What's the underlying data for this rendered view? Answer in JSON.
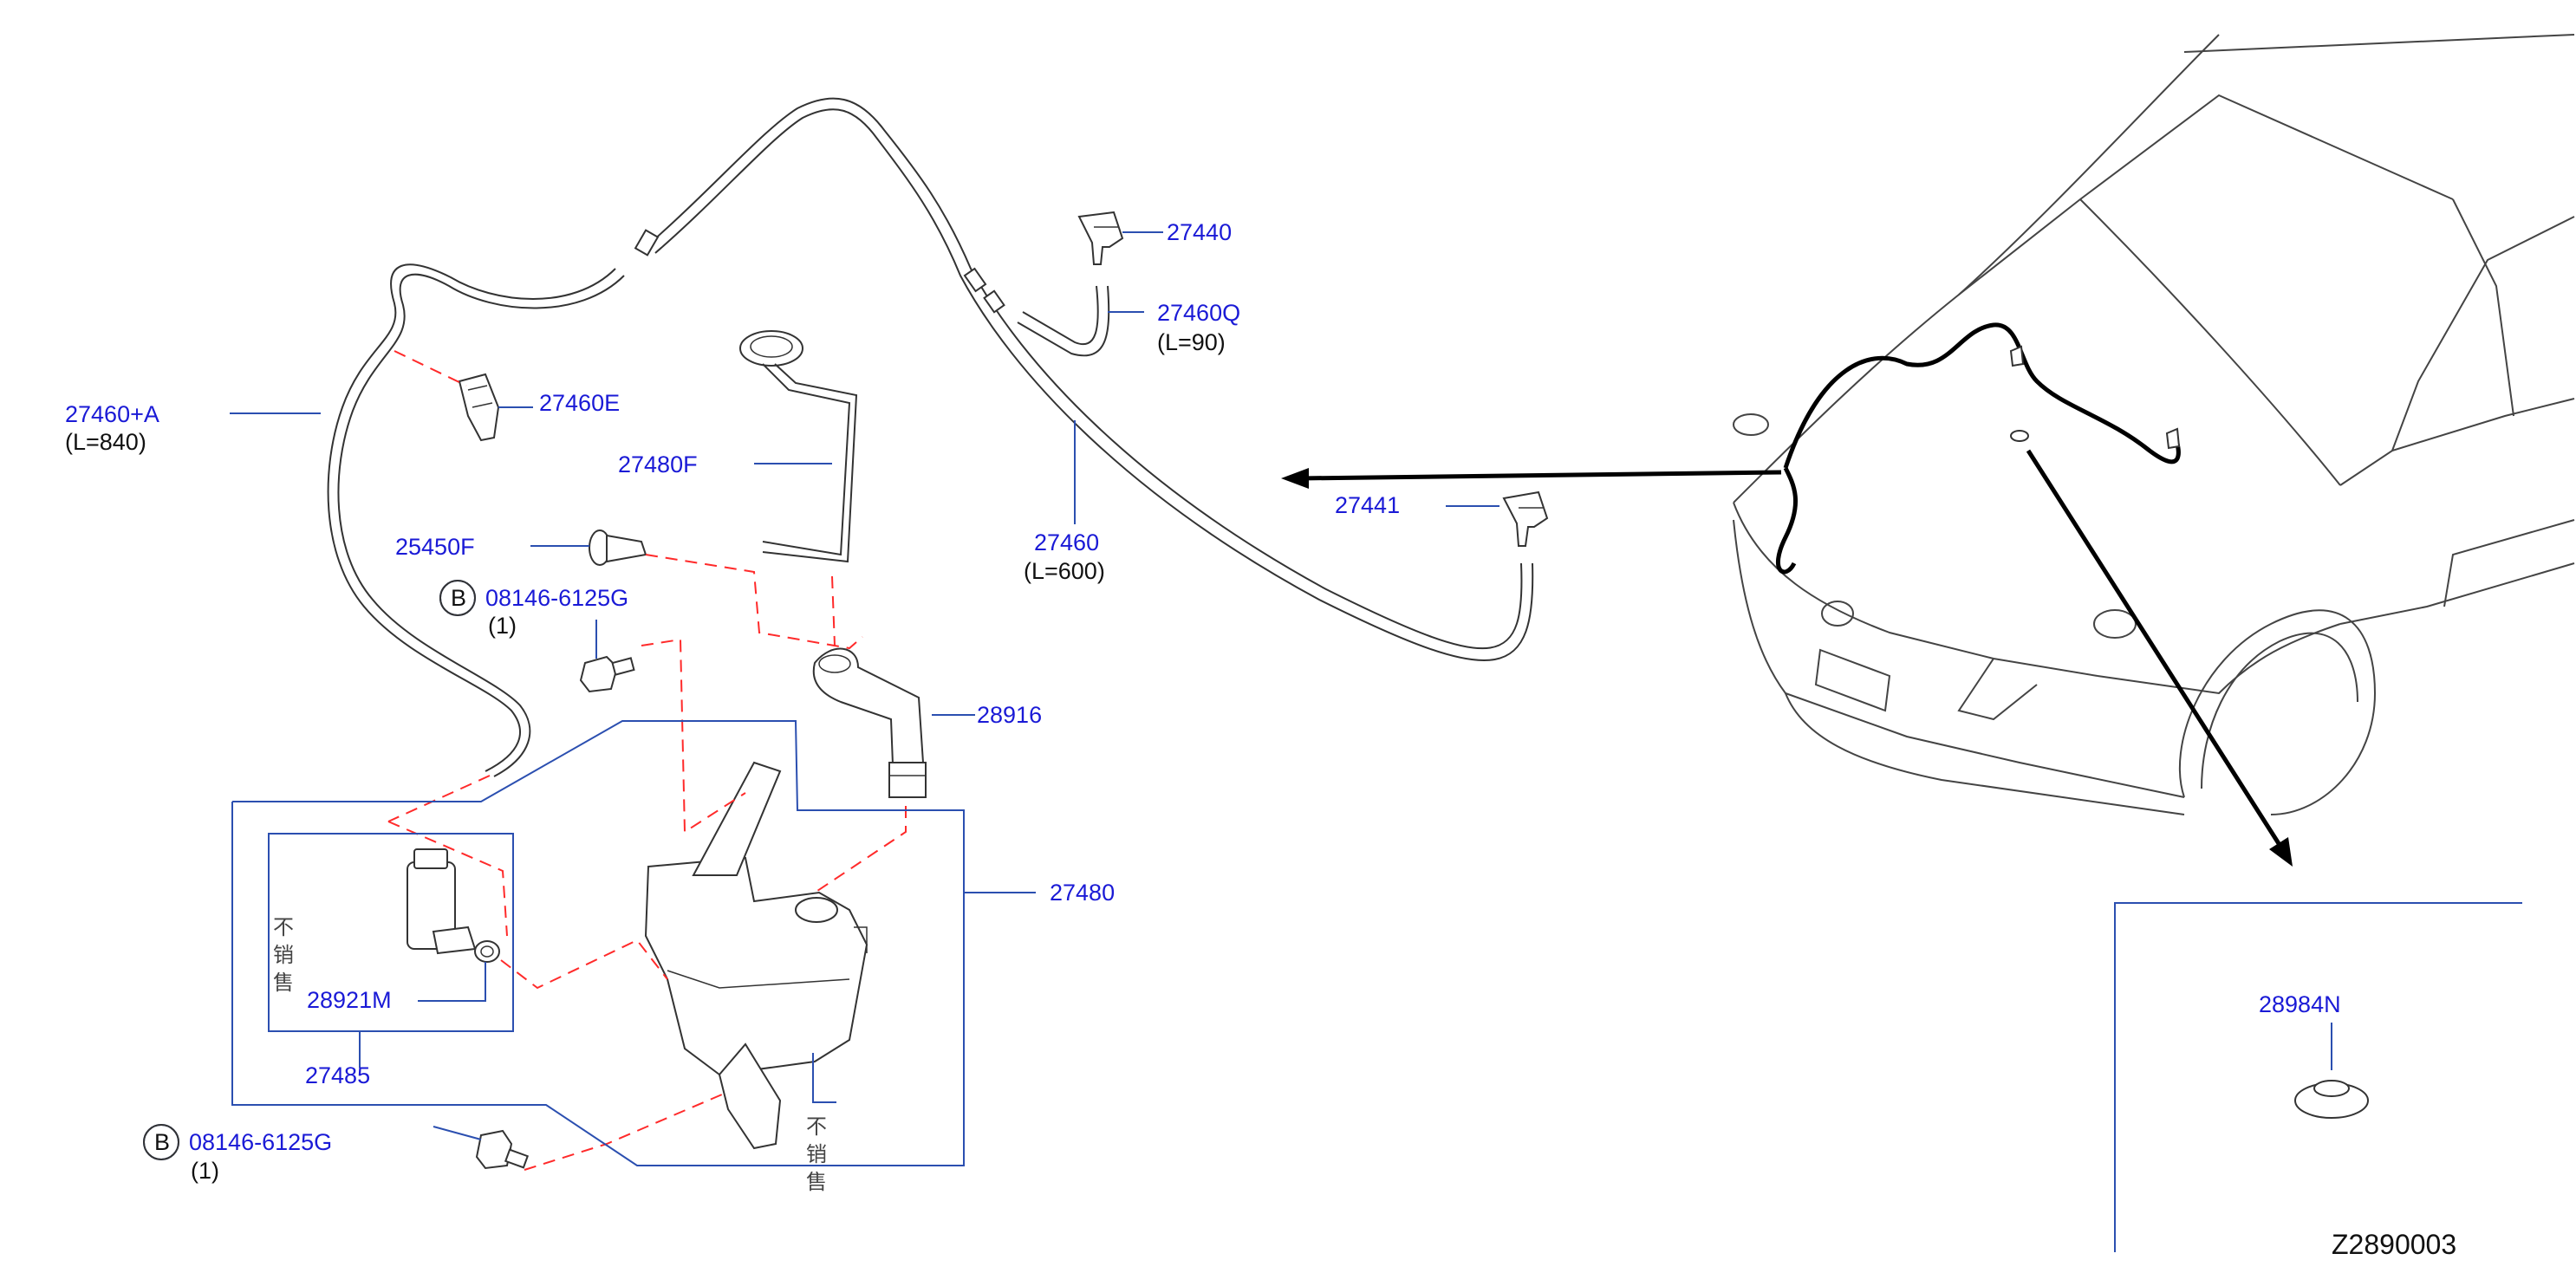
{
  "labels": {
    "p27460A": "27460+A",
    "p27460A_len": "(L=840)",
    "p27460E": "27460E",
    "p27480F": "27480F",
    "p25450F": "25450F",
    "bolt_top_pn": "08146-6125G",
    "bolt_top_qty": "(1)",
    "bolt_top_mark": "B",
    "p28916": "28916",
    "p27480": "27480",
    "p28921M": "28921M",
    "p27485": "27485",
    "bolt_bottom_pn": "08146-6125G",
    "bolt_bottom_qty": "(1)",
    "bolt_bottom_mark": "B",
    "p27440": "27440",
    "p27460Q": "27460Q",
    "p27460Q_len": "(L=90)",
    "p27460": "27460",
    "p27460_len": "(L=600)",
    "p27441": "27441",
    "p28984N": "28984N",
    "not_for_sale": [
      "不",
      "销",
      "售"
    ],
    "diagram_code": "Z2890003"
  },
  "colors": {
    "part_number": "#1a1ad6",
    "leader_line": "#2b4fb0",
    "dashed_reference": "#ff2a2a",
    "drawing": "#333333"
  }
}
